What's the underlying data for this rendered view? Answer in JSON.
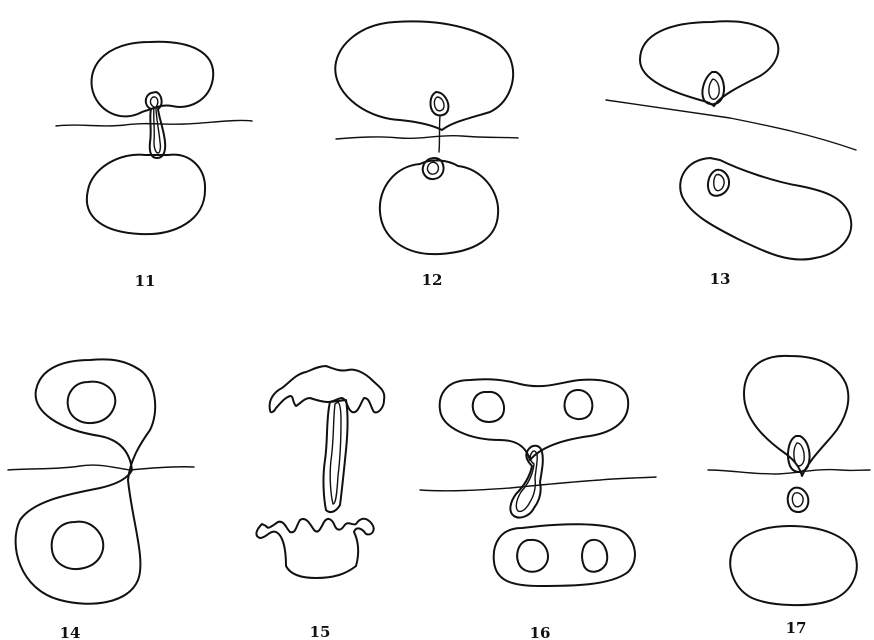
{
  "figures": [
    {
      "id": "fig11",
      "number": "11"
    },
    {
      "id": "fig12",
      "number": "12"
    },
    {
      "id": "fig13",
      "number": "13"
    },
    {
      "id": "fig14",
      "number": "14"
    },
    {
      "id": "fig15",
      "number": "15"
    },
    {
      "id": "fig16",
      "number": "16"
    },
    {
      "id": "fig17",
      "number": "17"
    }
  ]
}
